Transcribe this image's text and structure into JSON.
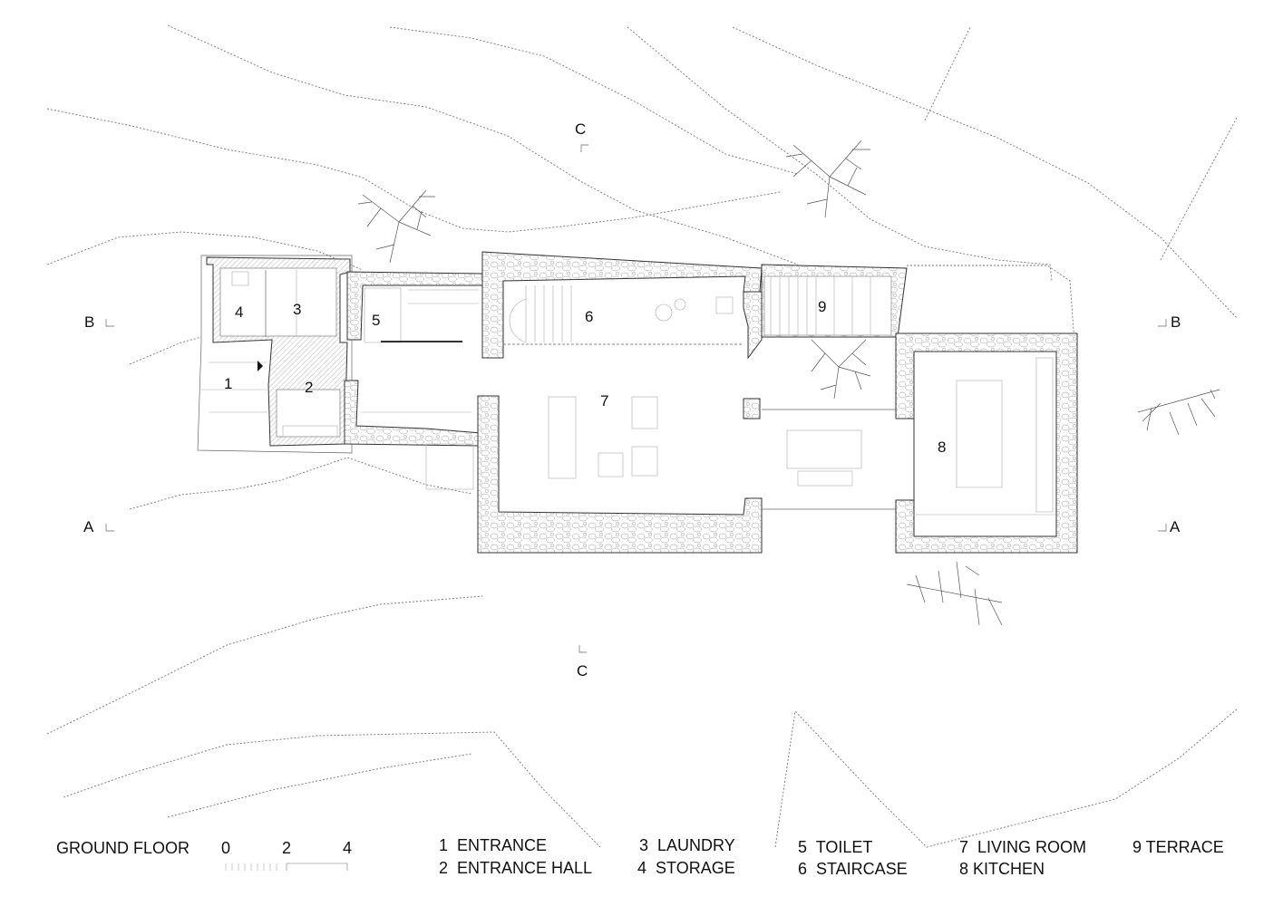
{
  "drawing": {
    "title": "GROUND FLOOR",
    "scale_labels": [
      "0",
      "2",
      "4"
    ],
    "sections": {
      "a": "A",
      "b": "B",
      "c": "C"
    },
    "rooms": [
      {
        "number": "1",
        "name": "ENTRANCE"
      },
      {
        "number": "2",
        "name": "ENTRANCE HALL"
      },
      {
        "number": "3",
        "name": "LAUNDRY"
      },
      {
        "number": "4",
        "name": "STORAGE"
      },
      {
        "number": "5",
        "name": "TOILET"
      },
      {
        "number": "6",
        "name": "STAIRCASE"
      },
      {
        "number": "7",
        "name": "LIVING ROOM"
      },
      {
        "number": "8",
        "name": "KITCHEN"
      },
      {
        "number": "9",
        "name": "TERRACE"
      }
    ],
    "legend": [
      "1  ENTRANCE",
      "2  ENTRANCE HALL",
      "3  LAUNDRY",
      "4  STORAGE",
      "5  TOILET",
      "6  STAIRCASE",
      "7  LIVING ROOM",
      "8 KITCHEN",
      "9 TERRACE"
    ],
    "colors": {
      "line": "#333333",
      "contour": "#777777"
    }
  }
}
